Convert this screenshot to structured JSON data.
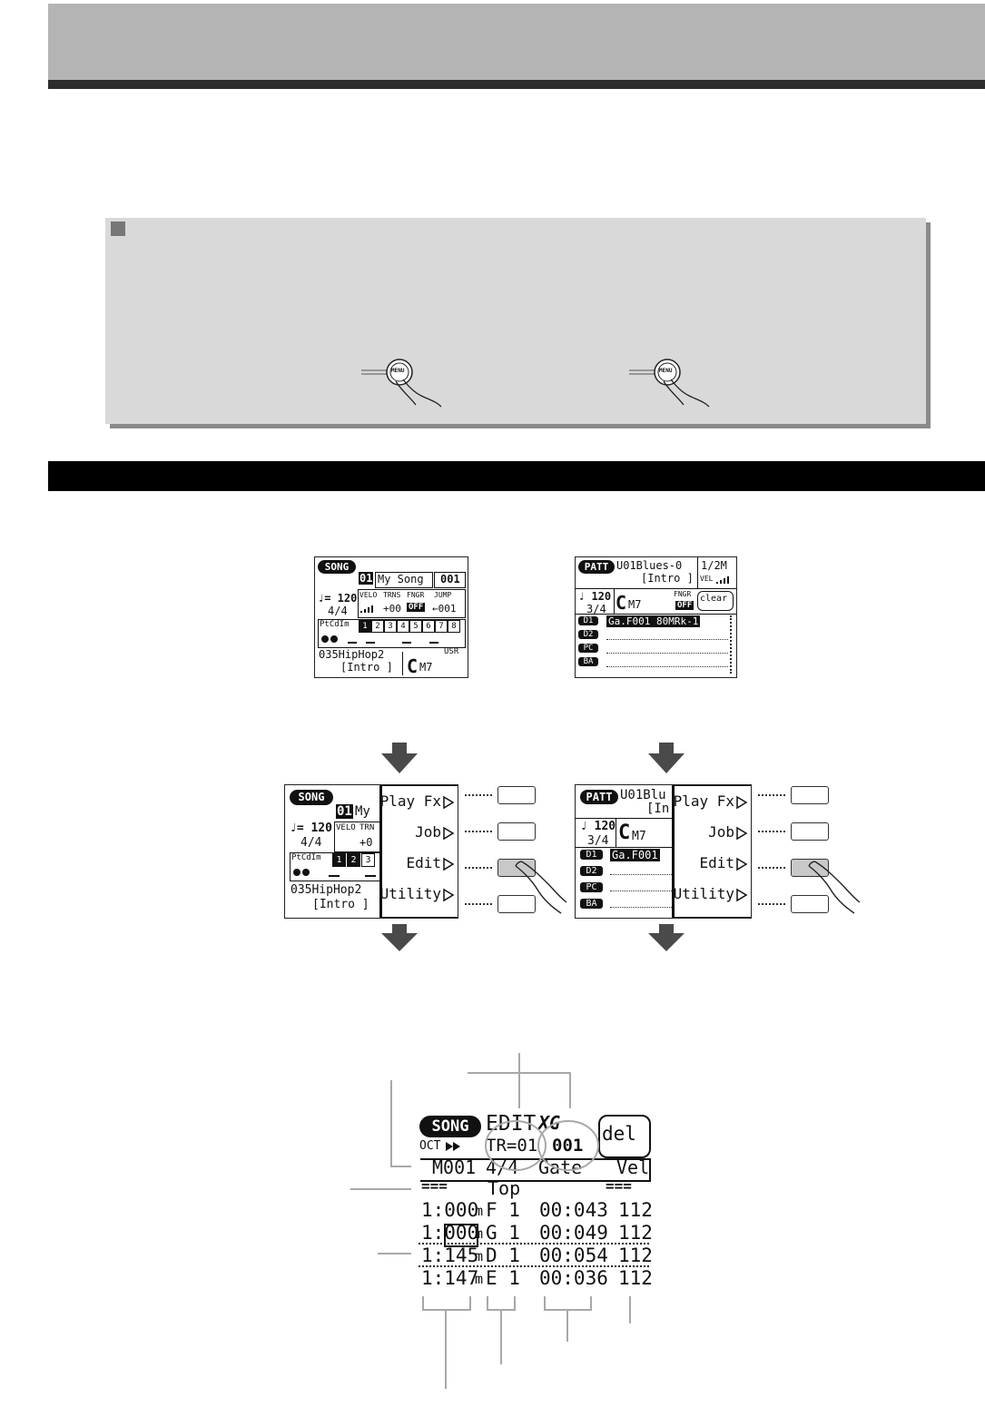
{
  "lcd_song": {
    "badge": "SONG",
    "track": "01",
    "name": "My Song",
    "measure": "001",
    "tempo": "♩= 120",
    "meter": "4/4",
    "h_velo": "VELO",
    "h_trns": "TRNS",
    "h_fngr": "FNGR",
    "h_jump": "JUMP",
    "trns_val": "+00",
    "fngr_val": "OFF",
    "jump_val": "←001",
    "tracks_label": "PtCdIm",
    "tracks": [
      "1",
      "2",
      "3",
      "4",
      "5",
      "6",
      "7",
      "8"
    ],
    "style": "035HipHop2",
    "section": "[Intro ]",
    "usr": "USR",
    "chord_root": "C",
    "chord_type": "M7"
  },
  "lcd_patt": {
    "badge": "PATT",
    "name": "U01Blues-0",
    "section": "[Intro ]",
    "measure": "1/2M",
    "vel": "VEL",
    "tempo": "♩ 120",
    "meter": "3/4",
    "chord_root": "C",
    "chord_type": "M7",
    "fngr": "FNGR",
    "fngr_val": "OFF",
    "clear": "clear",
    "rows": [
      "D1",
      "D2",
      "PC",
      "BA"
    ],
    "row1": "Ga.F001 80MRk-1"
  },
  "menu": {
    "song_badge": "SONG",
    "song_track": "01",
    "song_name": "My",
    "song_tempo": "♩= 120",
    "song_meter": "4/4",
    "song_velo": "VELO",
    "song_trns": "TRN",
    "song_trns_val": "+0",
    "song_tracks_label": "PtCdIm",
    "song_tracks": [
      "1",
      "2",
      "3"
    ],
    "song_style": "035HipHop2",
    "song_section": "[Intro ]",
    "patt_badge": "PATT",
    "patt_name": "U01Blu",
    "patt_section": "[In",
    "patt_tempo": "♩ 120",
    "patt_meter": "3/4",
    "patt_chord_root": "C",
    "patt_chord_type": "M7",
    "patt_rows": [
      "D1",
      "D2",
      "PC",
      "BA"
    ],
    "patt_row1": "Ga.F001",
    "items": [
      "Play Fx",
      "Job",
      "Edit",
      "Utility"
    ]
  },
  "button_labels": {
    "menu": "MENU"
  },
  "edit_lcd": {
    "badge": "SONG",
    "title": "EDIT",
    "xg": "XG",
    "measure": "001",
    "delete": "del",
    "oct": "OCT",
    "track": "TR=01",
    "h_measure": "M001",
    "h_meter": "4/4",
    "h_gate": "Gate",
    "h_vel": "Vel",
    "top_marks": "===",
    "top": "Top",
    "end_marks": "===",
    "events": [
      {
        "pos": "1:000",
        "unit": "m",
        "note": "F 1",
        "gate": "00:043",
        "vel": "112"
      },
      {
        "pos": "1:000",
        "unit": "m",
        "note": "G 1",
        "gate": "00:049",
        "vel": "112"
      },
      {
        "pos": "1:145",
        "unit": "m",
        "note": "D 1",
        "gate": "00:054",
        "vel": "112"
      },
      {
        "pos": "1:147",
        "unit": "m",
        "note": "E 1",
        "gate": "00:036",
        "vel": "112"
      }
    ]
  }
}
